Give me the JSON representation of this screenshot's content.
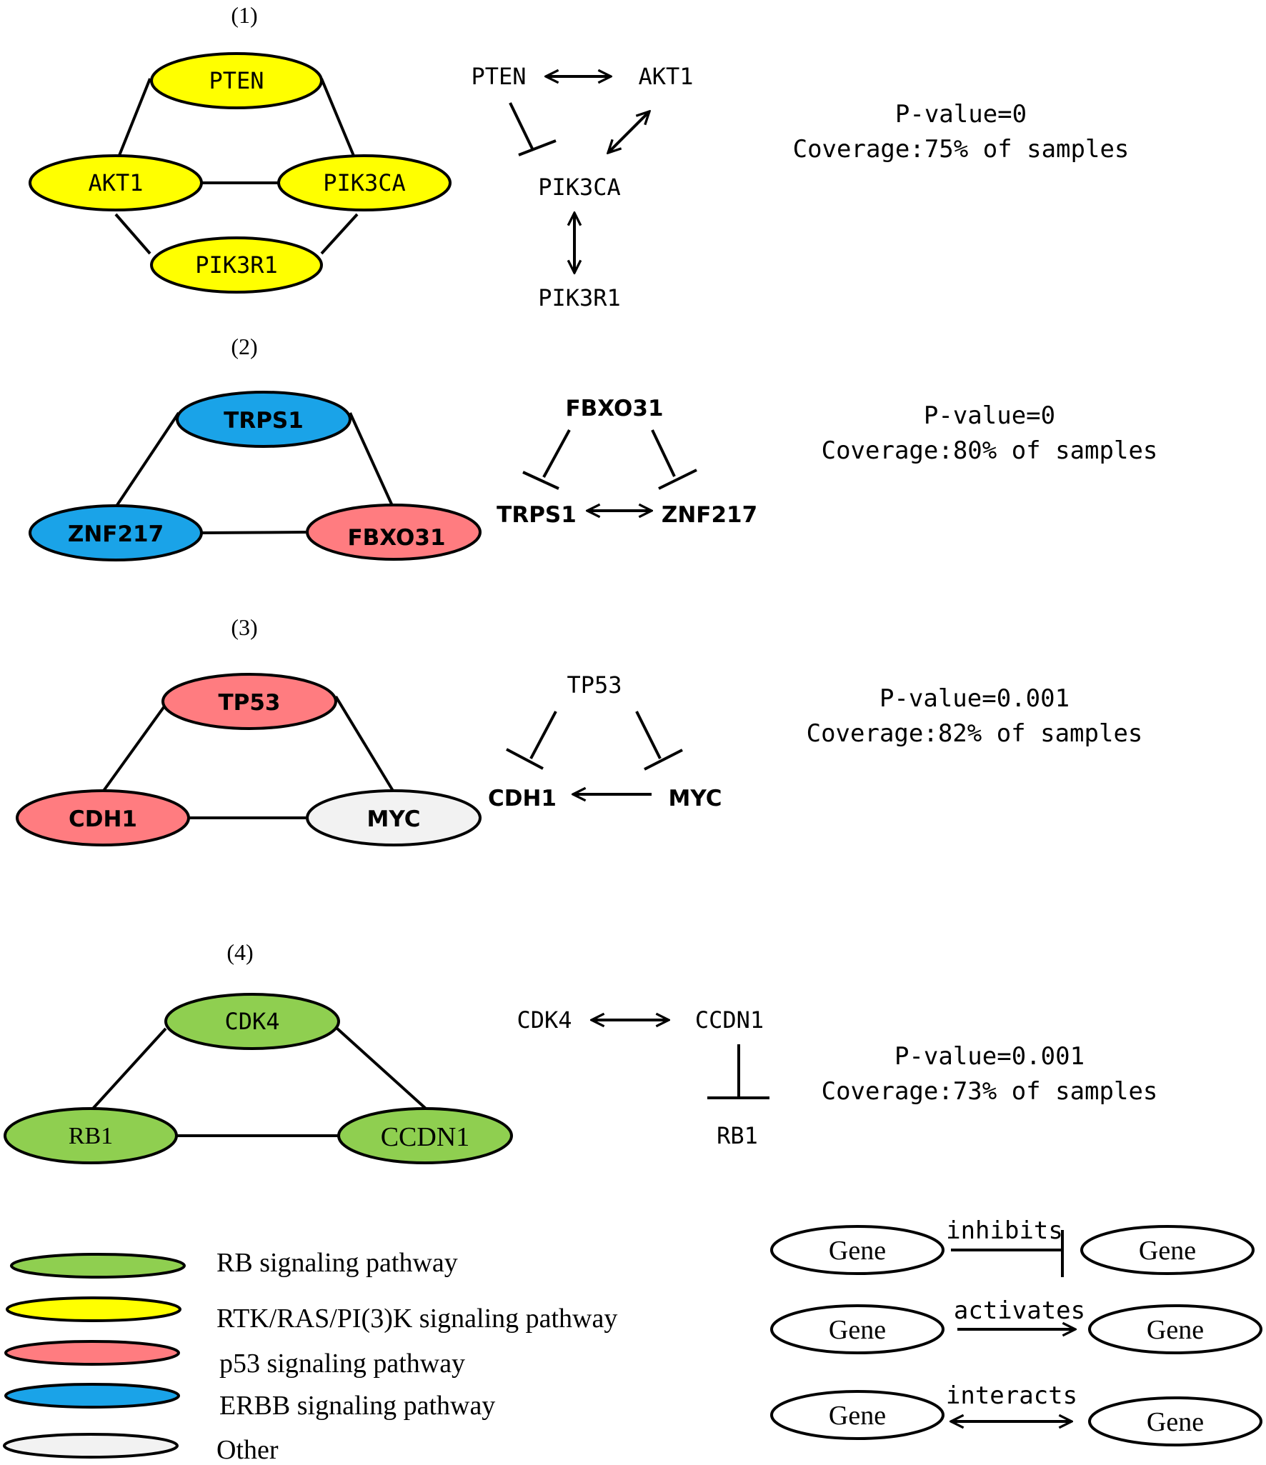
{
  "colors": {
    "rb": "#8fcf50",
    "rtk": "#ffff00",
    "p53": "#ff7c80",
    "erbb": "#1aa3e8",
    "other": "#f2f2f2",
    "stroke": "#000000"
  },
  "panels": [
    {
      "label": "(1)",
      "nodes": [
        "PTEN",
        "AKT1",
        "PIK3CA",
        "PIK3R1"
      ],
      "relations": [
        "PTEN",
        "AKT1",
        "PIK3CA",
        "PIK3R1"
      ],
      "pvalue": "P-value=0",
      "coverage": "Coverage:75% of samples"
    },
    {
      "label": "(2)",
      "nodes": [
        "TRPS1",
        "ZNF217",
        "FBXO31"
      ],
      "relations": [
        "FBXO31",
        "TRPS1",
        "ZNF217"
      ],
      "pvalue": "P-value=0",
      "coverage": "Coverage:80% of samples"
    },
    {
      "label": "(3)",
      "nodes": [
        "TP53",
        "CDH1",
        "MYC"
      ],
      "relations": [
        "TP53",
        "CDH1",
        "MYC"
      ],
      "pvalue": "P-value=0.001",
      "coverage": "Coverage:82% of samples"
    },
    {
      "label": "(4)",
      "nodes": [
        "CDK4",
        "RB1",
        "CCDN1"
      ],
      "relations": [
        "CDK4",
        "CCDN1",
        "RB1"
      ],
      "pvalue": "P-value=0.001",
      "coverage": "Coverage:73% of samples"
    }
  ],
  "legend": {
    "pathways": [
      "RB signaling pathway",
      "RTK/RAS/PI(3)K signaling pathway",
      "p53 signaling pathway",
      "ERBB signaling pathway",
      "Other"
    ],
    "gene_label": "Gene",
    "relations": [
      "inhibits",
      "activates",
      "interacts"
    ]
  }
}
